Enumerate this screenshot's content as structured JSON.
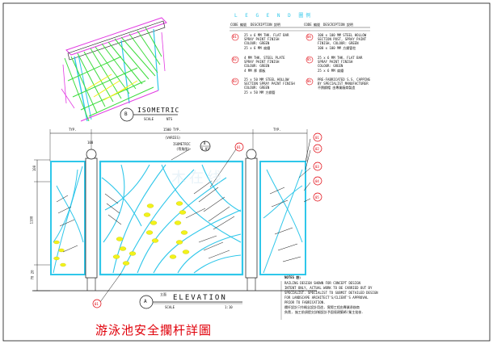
{
  "drawing": {
    "title_cn": "游泳池安全攔杆詳圖",
    "watermark": "木在线"
  },
  "isometric": {
    "bubble": "B",
    "label": "ISOMETRIC",
    "scale_label": "SCALE",
    "scale_value": "NTS"
  },
  "elevation": {
    "bubble": "A",
    "label": "ELEVATION",
    "label_cn": "立面",
    "scale_label": "SCALE",
    "scale_value": "1:10",
    "iso_callout": "ISOMETRIC",
    "iso_callout_cn": "(等角图)",
    "iso_bubble_top": "B",
    "iso_bubble_bottom": "3.01",
    "dims": {
      "typ_left": "TYP.",
      "center_span": "1500 TYP.",
      "center_sub": "(VARIES)",
      "typ_right": "TYP.",
      "height_total": "1100",
      "height_top": "100",
      "height_bottom": "70 20",
      "post_dim": "100"
    },
    "callouts_right": [
      "01",
      "02",
      "03",
      "04",
      "05"
    ],
    "callout_top_center": "01",
    "callout_bottom_left": "01"
  },
  "legend": {
    "title": "L E G E N D  圖例",
    "col_headers": [
      "CODE 編號",
      "DESCRIPTION  說明",
      "CODE 編號",
      "DESCRIPTION  說明"
    ],
    "items": [
      {
        "code": "01",
        "lines": [
          "25 x 6 MM THK. FLAT BAR",
          "SPRAY PAINT FINISH",
          "COLOUR: GREEN",
          "25 x 6 MM 扁鐵"
        ]
      },
      {
        "code": "02",
        "lines": [
          "4 MM THK. STEEL PLATE",
          "SPRAY PAINT FINISH",
          "COLOUR: GREEN",
          "4 MM 厚 鋼板"
        ]
      },
      {
        "code": "03",
        "lines": [
          "25 x 50 MM STEEL HOLLOW",
          "SECTION SPRAY PAINT FINISH",
          "COLOUR: GREEN",
          "25 x 50 MM 方鋼管"
        ]
      },
      {
        "code": "04",
        "lines": [
          "100 x 100 MM STEEL HOLLOW",
          "SECTION POST, SPRAY PAINT",
          "FINISH, COLOUR: GREEN",
          "100 x 100 MM 方鋼管柱"
        ]
      },
      {
        "code": "05",
        "lines": [
          "25 x 6 MM THK. FLAT BAR",
          "SPRAY PAINT FINISH",
          "COLOUR: GREEN",
          "25 x 6 MM 扁鐵"
        ]
      },
      {
        "code": "06",
        "lines": [
          "PRE-FABRICATED S.S. CAPPING",
          "BY SPECIALIST MANUFACTURER",
          "不銹鋼帽 由專業廠商製造"
        ]
      }
    ]
  },
  "notes": {
    "heading": "NOTES 註:",
    "lines": [
      "RAILING DESIGN SHOWN FOR CONCEPT DESIGN",
      "INTENT ONLY, ACTUAL WORK TO BE CARRIED OUT BY",
      "SPECIALIST. SPECIALIST TO SUBMIT DETAILED DESIGN",
      "FOR LANDSCAPE ARCHITECT'S/CLIENT'S APPROVAL",
      "PRIOR TO FABRICATION.",
      "欄杆設計只作概念設計用途, 實際工程由專業承辦商",
      "負責, 施工前須提交詳細設計予園境建築師/業主批核."
    ]
  },
  "colors": {
    "frame": "#2fc7ea",
    "leaf_green": "#3ddc3d",
    "leaf_yellow": "#f2f21a",
    "callout": "#e0000a",
    "ink": "#111111",
    "magenta": "#e23ae2"
  }
}
